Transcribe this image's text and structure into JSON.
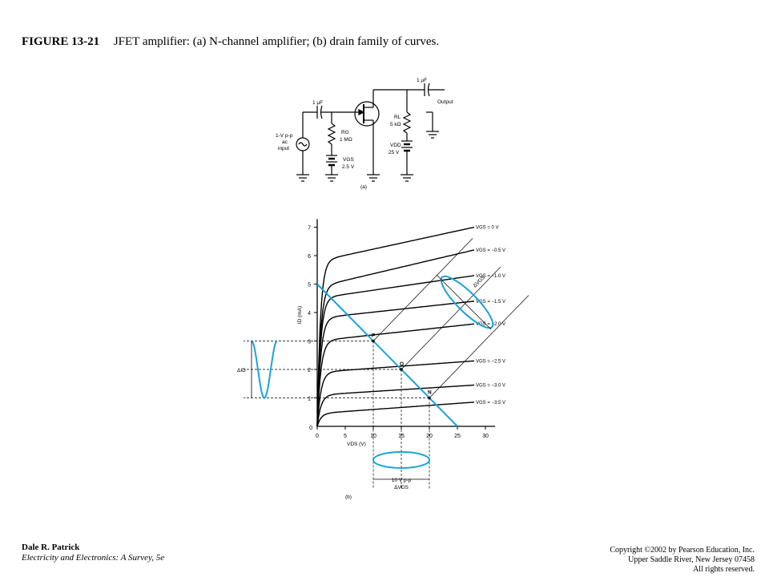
{
  "slide": {
    "figure_number": "FIGURE 13-21",
    "caption": "JFET amplifier: (a) N-channel amplifier; (b) drain family of curves."
  },
  "circuit": {
    "label_cap_in": "1 µF",
    "label_cap_out": "1 µF",
    "label_output": "Output",
    "label_rg": "RG",
    "label_rg_value": "1 MΩ",
    "label_rl": "RL",
    "label_rl_value": "5 kΩ",
    "label_vdd": "VDD",
    "label_vdd_value": "25 V",
    "label_vgs": "VGS",
    "label_vgs_value": "2.5 V",
    "label_source_1": "1-V p-p",
    "label_source_2": "ac",
    "label_source_3": "input",
    "label_part": "(a)"
  },
  "chart_data": {
    "type": "line",
    "x_axis": {
      "label": "VDS (V)",
      "range": [
        0,
        30
      ],
      "ticks": [
        "0",
        "5",
        "10",
        "15",
        "20",
        "25",
        "30"
      ]
    },
    "y_axis": {
      "label": "ID (mA)",
      "range": [
        0,
        7
      ],
      "ticks": [
        "1",
        "2",
        "3",
        "4",
        "5",
        "6",
        "7"
      ]
    },
    "series": [
      {
        "name": "VGS = 0 V",
        "saturation_ma": 5.8,
        "end_ma": 7.0
      },
      {
        "name": "VGS = −0.5 V",
        "saturation_ma": 4.9,
        "end_ma": 6.2
      },
      {
        "name": "VGS = −1.0 V",
        "saturation_ma": 4.5,
        "end_ma": 5.3
      },
      {
        "name": "VGS = −1.5 V",
        "saturation_ma": 3.8,
        "end_ma": 4.4
      },
      {
        "name": "VGS = −2.0 V",
        "saturation_ma": 3.0,
        "end_ma": 3.6
      },
      {
        "name": "VGS = −2.5 V",
        "saturation_ma": 1.9,
        "end_ma": 2.3
      },
      {
        "name": "VGS = −3.0 V",
        "saturation_ma": 1.1,
        "end_ma": 1.45
      },
      {
        "name": "VGS = −3.5 V",
        "saturation_ma": 0.45,
        "end_ma": 0.85
      }
    ],
    "load_line": {
      "x": [
        0,
        25
      ],
      "y": [
        5,
        0
      ]
    },
    "operating_points": [
      {
        "label": "P",
        "x": 10,
        "y": 3
      },
      {
        "label": "Q",
        "x": 15,
        "y": 2
      },
      {
        "label": "N",
        "x": 20,
        "y": 1
      }
    ],
    "annotations": {
      "delta_id": "ΔID",
      "delta_vgs": "ΔVGS",
      "vds_swing_1": "10 V p-p",
      "vds_swing_2": "ΔVDS",
      "part": "(b)"
    },
    "colors": {
      "load_line": "#1aa3d9",
      "curves": "#000000"
    }
  },
  "footer": {
    "author": "Dale R. Patrick",
    "book": "Electricity and Electronics: A Survey, 5e",
    "copyright_1": "Copyright ©2002 by Pearson Education, Inc.",
    "copyright_2": "Upper Saddle River, New Jersey 07458",
    "copyright_3": "All rights reserved."
  }
}
